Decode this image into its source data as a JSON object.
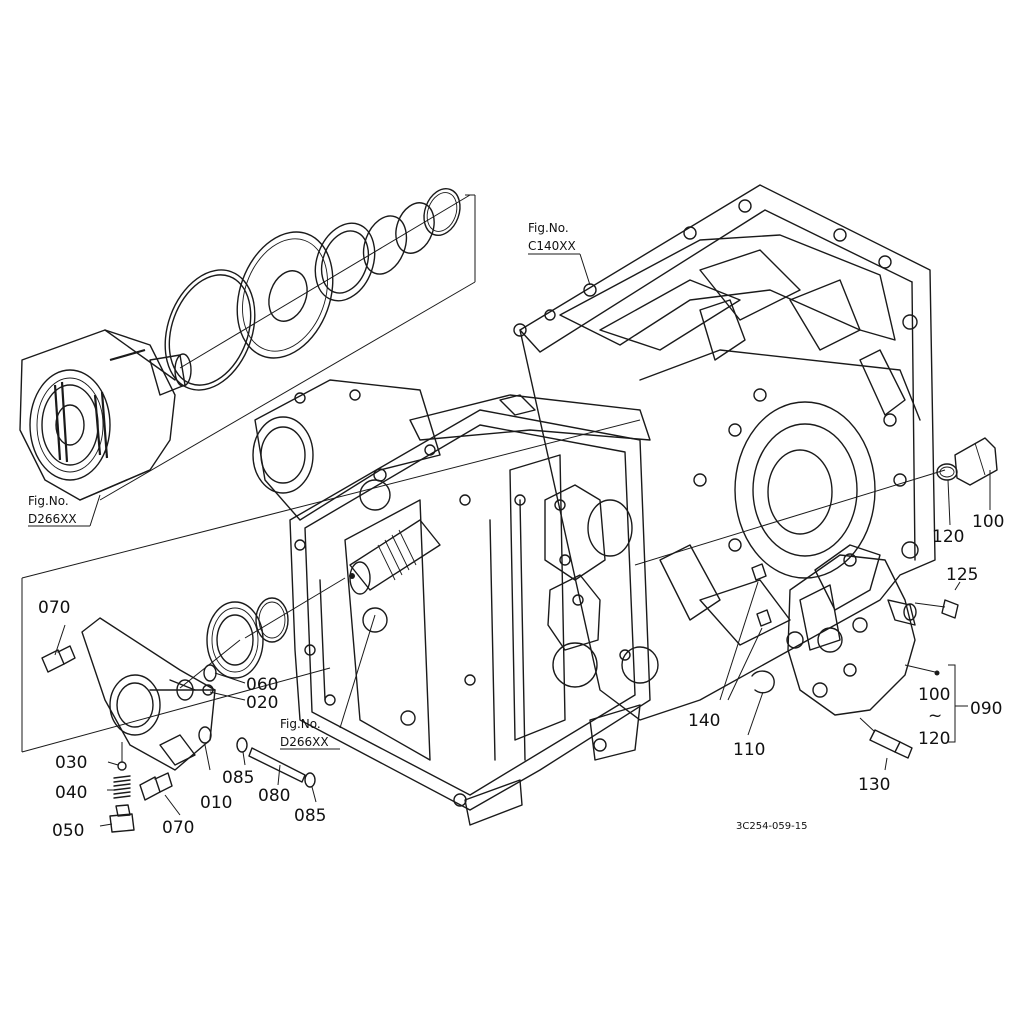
{
  "fig_refs": [
    {
      "line1": "Fig.No.",
      "line2": "C140XX"
    },
    {
      "line1": "Fig.No.",
      "line2": "D266XX"
    },
    {
      "line1": "Fig.No.",
      "line2": "D266XX"
    }
  ],
  "parts": {
    "p070a": "070",
    "p060": "060",
    "p020": "020",
    "p030": "030",
    "p040": "040",
    "p050": "050",
    "p070b": "070",
    "p010": "010",
    "p085a": "085",
    "p080": "080",
    "p085b": "085",
    "p140": "140",
    "p110": "110",
    "p120a": "120",
    "p100a": "100",
    "p125": "125",
    "p100b": "100",
    "p120b": "120",
    "p090": "090",
    "p130": "130"
  },
  "range_tilde": "~",
  "diagram_code": "3C254-059-15"
}
